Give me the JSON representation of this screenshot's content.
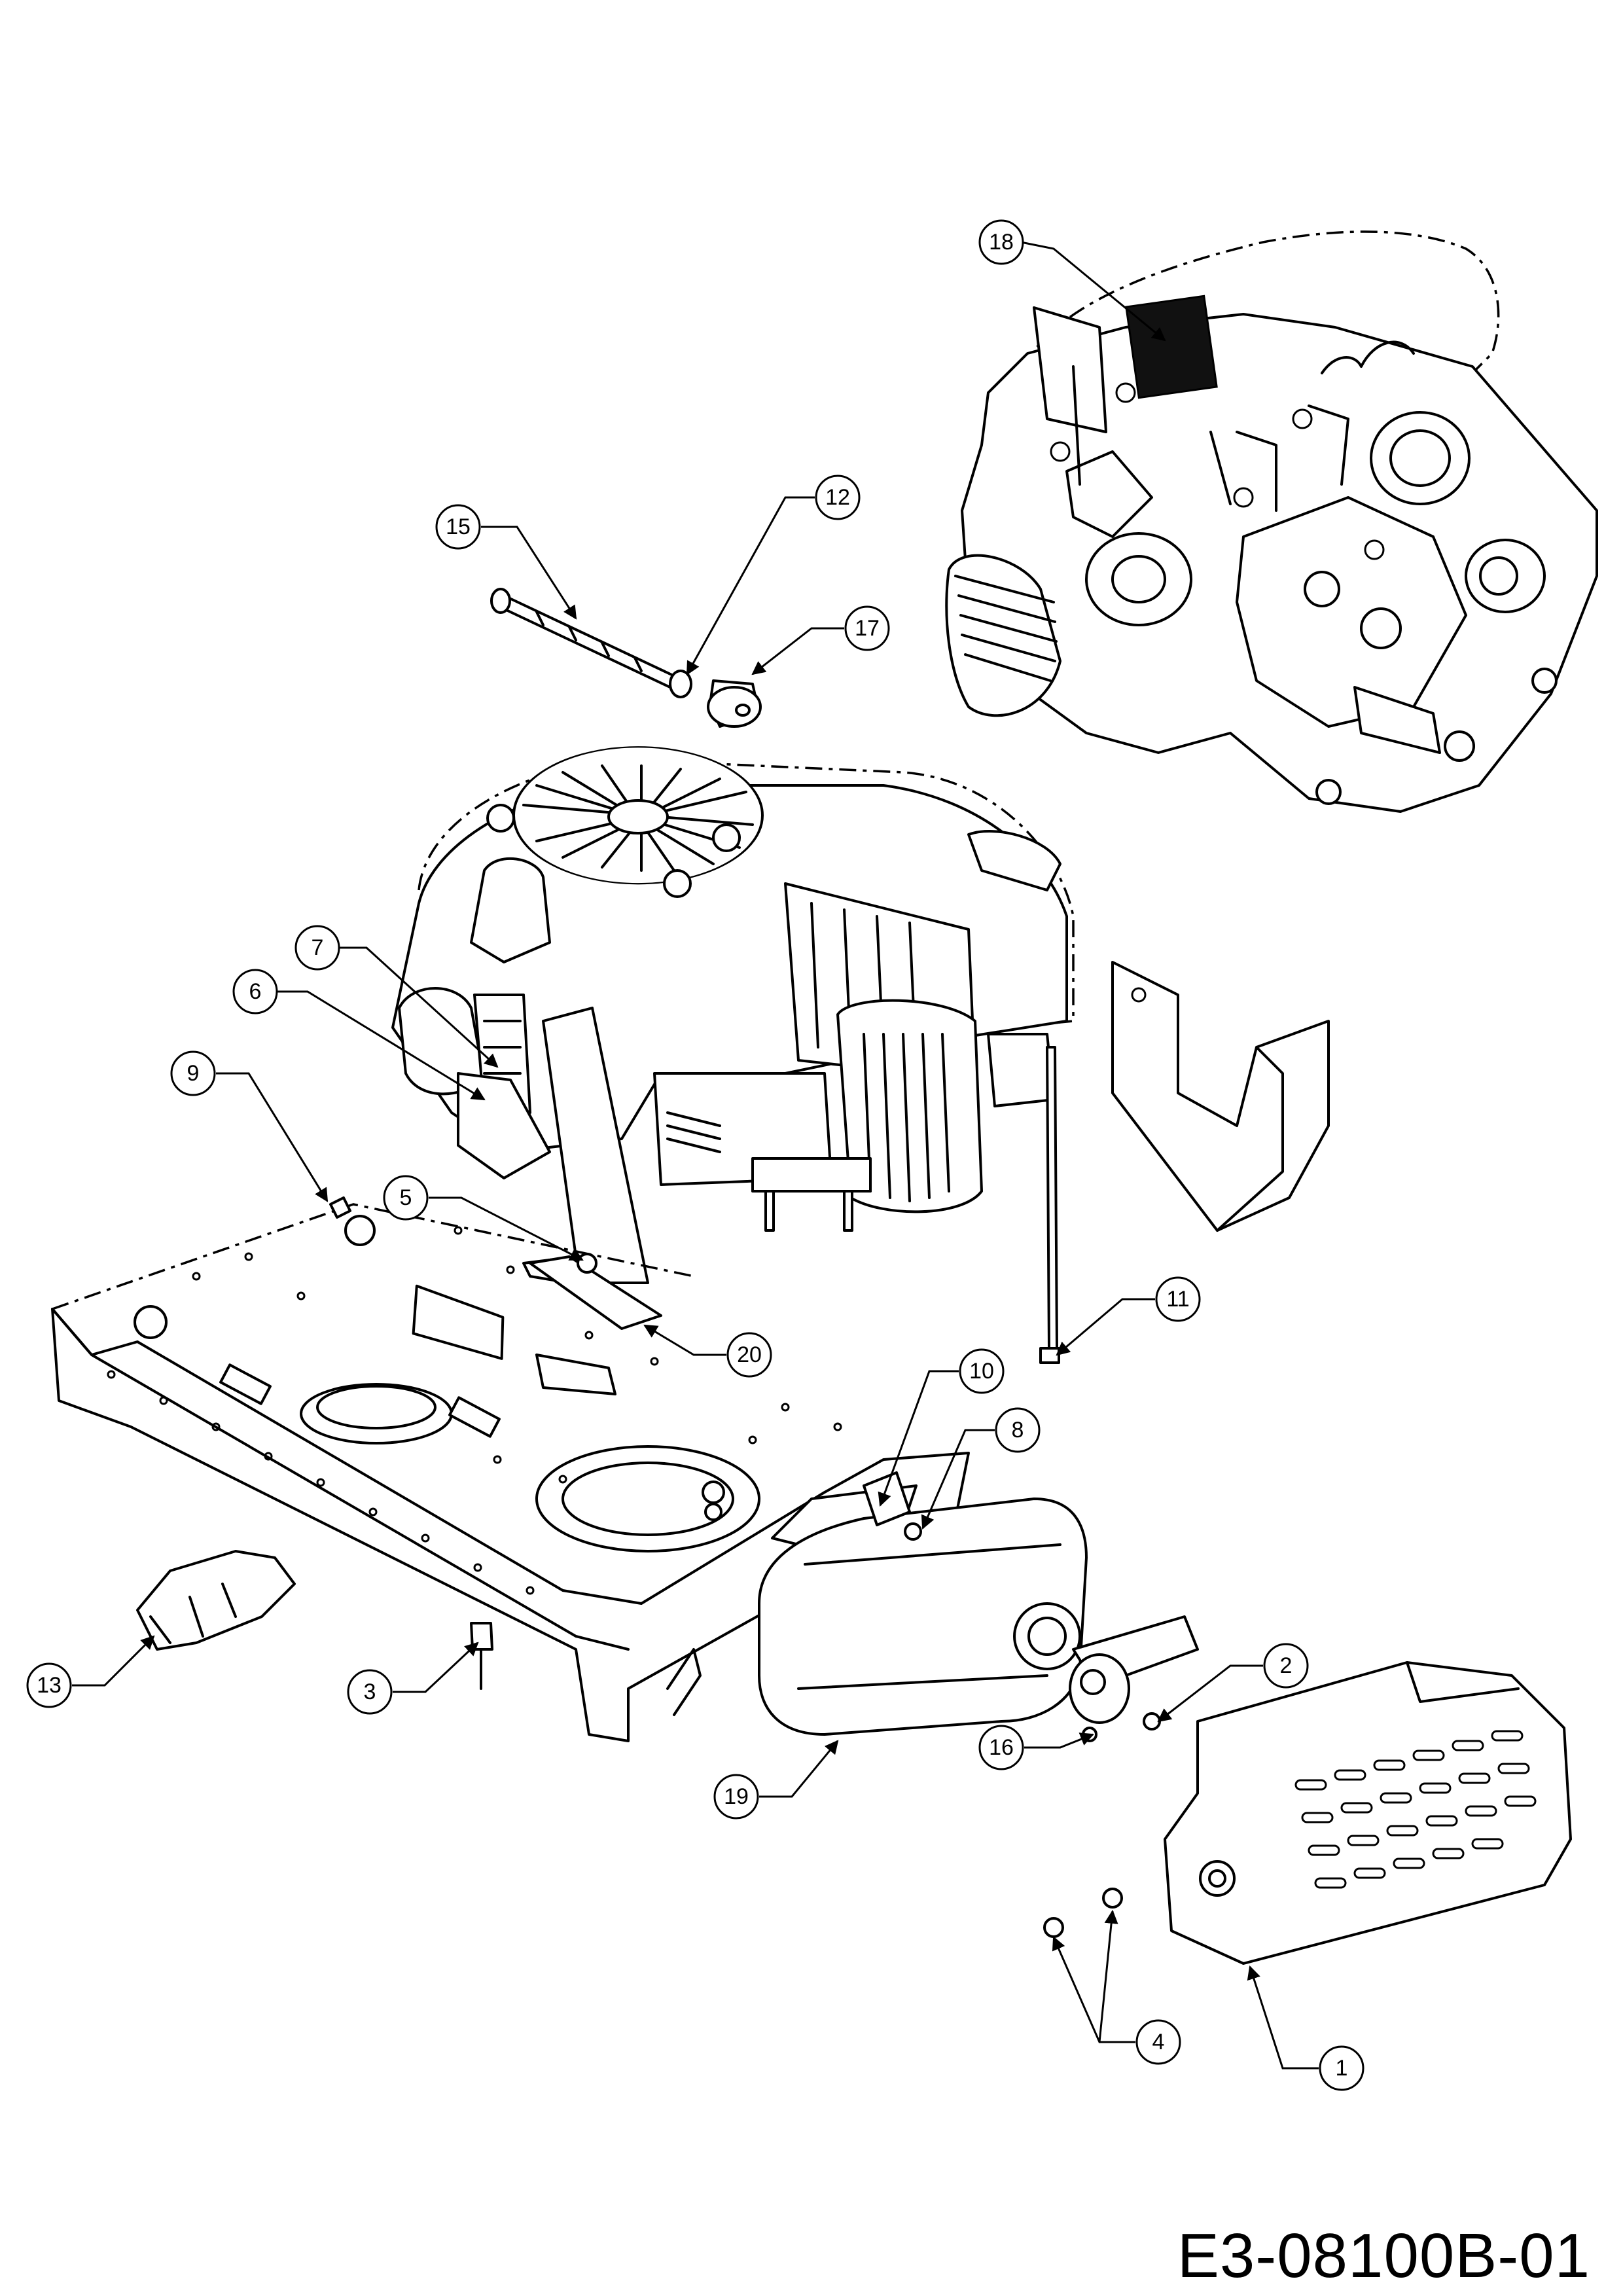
{
  "drawing_code": "E3-08100B-01",
  "callouts": [
    "1",
    "2",
    "3",
    "4",
    "5",
    "6",
    "7",
    "8",
    "9",
    "10",
    "11",
    "12",
    "13",
    "15",
    "16",
    "17",
    "18",
    "19",
    "20"
  ]
}
